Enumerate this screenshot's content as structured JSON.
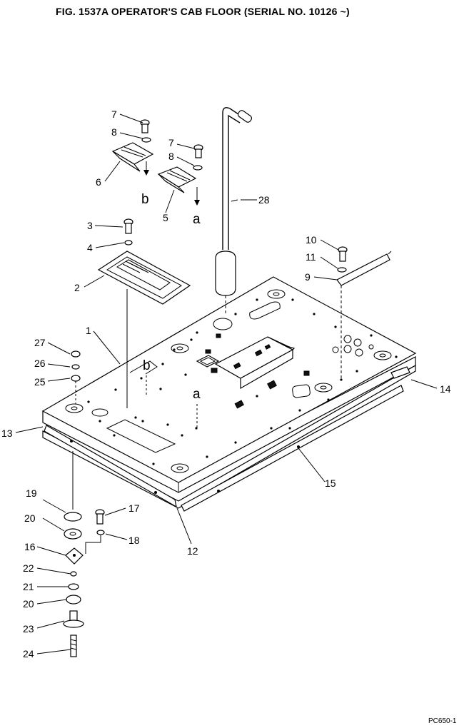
{
  "title": "FIG. 1537A   OPERATOR'S CAB FLOOR (SERIAL NO. 10126 ~)",
  "page_ref": "PC650-1",
  "callouts": {
    "c1": "1",
    "c2": "2",
    "c3": "3",
    "c4": "4",
    "c5": "5",
    "c6": "6",
    "c7a": "7",
    "c7b": "7",
    "c8a": "8",
    "c8b": "8",
    "c9": "9",
    "c10": "10",
    "c11": "11",
    "c12": "12",
    "c13": "13",
    "c14": "14",
    "c15": "15",
    "c16": "16",
    "c17": "17",
    "c18": "18",
    "c19": "19",
    "c20a": "20",
    "c20b": "20",
    "c21": "21",
    "c22": "22",
    "c23": "23",
    "c24": "24",
    "c25": "25",
    "c26": "26",
    "c27": "27",
    "c28": "28"
  },
  "arrow_tags": {
    "a_top": "a",
    "b_top": "b",
    "a_floor": "a",
    "b_floor": "b"
  }
}
